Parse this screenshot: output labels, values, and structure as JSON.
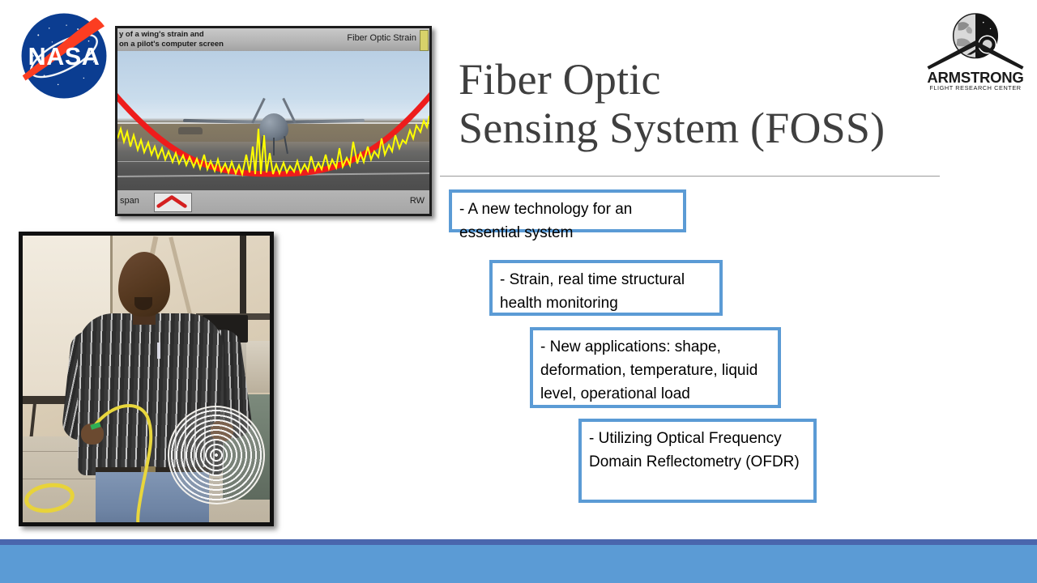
{
  "slide": {
    "title_lines": [
      "Fiber Optic",
      "Sensing System (FOSS)"
    ],
    "callouts": [
      {
        "text": "- A new technology for an essential system"
      },
      {
        "text": "- Strain, real time structural health monitoring"
      },
      {
        "text": "- New applications: shape, deformation, temperature, liquid level, operational load"
      },
      {
        "text": "- Utilizing Optical Frequency Domain Reflectometry (OFDR)"
      }
    ]
  },
  "logos": {
    "nasa": {
      "name": "NASA",
      "wordmark": "NASA",
      "circle_color": "#0b3d91",
      "swoosh_color": "#fc3d21"
    },
    "armstrong": {
      "name": "ARMSTRONG",
      "subtitle": "FLIGHT RESEARCH CENTER"
    }
  },
  "strain_figure": {
    "caption_line1": "y of a wing's strain and",
    "caption_line2": "on a pilot's computer screen",
    "label_right": "Fiber Optic Strain",
    "bottom_left": "span",
    "bottom_right": "RW",
    "curve_color": "#ee1c1c",
    "data_color": "#ffff00"
  },
  "person_photo": {
    "alt": "Engineer holding fiber optic sensing cables"
  },
  "footer": {
    "strip_color": "#4a66ad",
    "band_color": "#5b9bd5"
  }
}
